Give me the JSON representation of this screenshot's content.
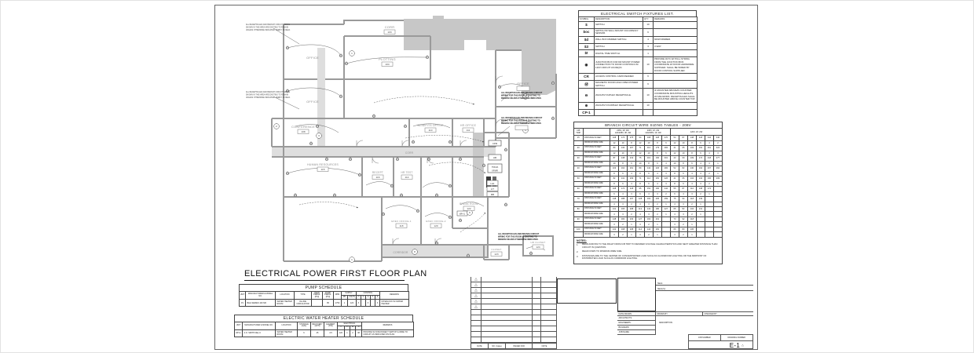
{
  "sheet": {
    "plan_title": "ELECTRICAL POWER FIRST FLOOR PLAN",
    "drawing_number": "E-1"
  },
  "fixtures": {
    "title": "ELECTRICAL SWITCH FIXTURES LIST.",
    "headers": [
      "SYMBOL",
      "DESCRIPTION",
      "QTY.",
      "REMARKS"
    ],
    "rows": [
      [
        "$",
        "SWITCH.",
        "10",
        ""
      ],
      [
        "$oc",
        "SWITCH W/ WALL MOUNT OCCUPANCY SENSOR.",
        "6",
        ""
      ],
      [
        "$d",
        "WALL BOX DIMMER SWITCH.",
        "4",
        "600W DIMMER."
      ],
      [
        "$3",
        "SWITCH.",
        "3",
        "3-WAY."
      ],
      [
        "$t",
        "DIGITAL TIME SWITCH.",
        "1",
        ""
      ],
      [
        "◉",
        "JUNCTION BOX FOR DR MOUNT POWER CONNECTION TO DOOR CONTROLS W/ 120V CIRCUIT AS REQ'D.",
        "10",
        "PROVIDE 3/4\"C W/ PULL STRING FROM THE JUNCTION BOX. COORDINATE W/ DOOR HARDWARE SUPPLIER. SHALL BE WIRED BY DOOR CONTROL SUPPLIER."
      ],
      [
        "CR",
        "ACCESS CONTROL CARD READER.",
        "6",
        ""
      ],
      [
        "Ⓜ",
        "MAGNETIC DOOR HOLD OPEN POWER SWITCH.",
        "6",
        ""
      ],
      [
        "⊖",
        "20A/125V DUPLEX RECEPTACLE.",
        "10",
        "IF MOUNTED ABOVE/IN COUNTER: COORDINATE MOUNTING HEIGHTS W/ MILLWORK. RECEPTACLES SHALL BE MOUNTED ABOVE COUNTER TOP."
      ],
      [
        "⊕",
        "20A/125V FOURPLEX RECEPTACLE.",
        "10",
        ""
      ],
      [
        "CP-1",
        "",
        "",
        ""
      ]
    ]
  },
  "wire_table": {
    "title": "BRANCH CIRCUIT WIRE SIZING TABLES - 208V",
    "col_trip": "C/B TRIP",
    "g1a": "208V, 3P, 3W",
    "g1b": "120/208V, 3P, 4W",
    "g2a": "208V, 1P, 2W",
    "g2b": "120/208V, 1P, 3W",
    "g3a": "120V, 1P, 2W",
    "g3b": "",
    "rows": [
      [
        "15",
        "DISTANCE IN FEET",
        "108",
        "173",
        "275",
        "94",
        "168",
        "228",
        "270",
        "54",
        "87",
        "138",
        "218",
        "344",
        "440"
      ],
      [
        "",
        "MINIMUM WIRE SIZE",
        "12",
        "10",
        "8",
        "12",
        "10",
        "8",
        "6",
        "12",
        "10",
        "8",
        "6",
        "4",
        "2"
      ],
      [
        "20",
        "DISTANCE IN FEET",
        "80",
        "130",
        "207",
        "71",
        "113",
        "179",
        "284",
        "41",
        "65",
        "103",
        "164",
        "261",
        "324"
      ],
      [
        "",
        "MINIMUM WIRE SIZE",
        "12",
        "10",
        "8",
        "12",
        "10",
        "8",
        "6",
        "12",
        "10",
        "8",
        "6",
        "4",
        "3"
      ],
      [
        "30",
        "DISTANCE IN FEET",
        "87",
        "138",
        "219",
        "75",
        "119",
        "190",
        "301",
        "43",
        "69",
        "109",
        "174",
        "218",
        "277"
      ],
      [
        "",
        "MINIMUM WIRE SIZE",
        "10",
        "8",
        "6",
        "10",
        "8",
        "6",
        "4",
        "10",
        "8",
        "6",
        "4",
        "3",
        "1"
      ],
      [
        "40",
        "DISTANCE IN FEET",
        "103",
        "164",
        "261",
        "89",
        "142",
        "226",
        "282",
        "52",
        "82",
        "130",
        "194",
        "207",
        "262"
      ],
      [
        "",
        "MINIMUM WIRE SIZE",
        "8",
        "6",
        "4",
        "8",
        "6",
        "4",
        "3",
        "8",
        "6",
        "4",
        "3",
        "2",
        "1"
      ],
      [
        "50",
        "DISTANCE IN FEET",
        "82",
        "131",
        "209",
        "71",
        "114",
        "181",
        "226",
        "41",
        "66",
        "104",
        "132",
        "166",
        "209"
      ],
      [
        "",
        "MINIMUM WIRE SIZE",
        "8",
        "6",
        "4",
        "8",
        "6",
        "4",
        "3",
        "8",
        "6",
        "4",
        "3",
        "2",
        "1"
      ],
      [
        "60",
        "DISTANCE IN FEET",
        "108",
        "174",
        "218",
        "95",
        "152",
        "190",
        "242",
        "55",
        "87",
        "110",
        "138",
        "174",
        ""
      ],
      [
        "",
        "MINIMUM WIRE SIZE",
        "6",
        "4",
        "3",
        "6",
        "4",
        "3",
        "2",
        "6",
        "4",
        "3",
        "2",
        "1",
        ""
      ],
      [
        "70",
        "DISTANCE IN FEET",
        "148",
        "188",
        "237",
        "128",
        "163",
        "205",
        "259",
        "75",
        "94",
        "118",
        "149",
        "",
        ""
      ],
      [
        "",
        "MINIMUM WIRE SIZE",
        "4",
        "3",
        "2",
        "4",
        "3",
        "2",
        "1",
        "4",
        "3",
        "2",
        "1",
        "",
        ""
      ],
      [
        "80",
        "DISTANCE IN FEET",
        "131",
        "165",
        "208",
        "113",
        "143",
        "180",
        "227",
        "65",
        "82",
        "104",
        "131",
        "",
        ""
      ],
      [
        "",
        "MINIMUM WIRE SIZE",
        "4",
        "3",
        "2",
        "4",
        "3",
        "2",
        "1",
        "4",
        "3",
        "2",
        "1",
        "",
        ""
      ],
      [
        "90",
        "DISTANCE IN FEET",
        "148",
        "184",
        "233",
        "127",
        "160",
        "201",
        "",
        "73",
        "92",
        "118",
        "",
        "",
        ""
      ],
      [
        "",
        "MINIMUM WIRE SIZE",
        "3",
        "2",
        "1",
        "3",
        "2",
        "1",
        "",
        "3",
        "2",
        "1",
        "",
        "",
        ""
      ],
      [
        "100",
        "DISTANCE IN FEET",
        "132",
        "168",
        "208",
        "114",
        "144",
        "181",
        "",
        "66",
        "83",
        "105",
        "",
        "",
        ""
      ],
      [
        "",
        "MINIMUM WIRE SIZE",
        "3",
        "2",
        "1",
        "3",
        "2",
        "1",
        "",
        "3",
        "2",
        "1",
        "",
        "",
        ""
      ]
    ]
  },
  "notes": {
    "title": "NOTES:",
    "items": [
      {
        "n": "1.",
        "t": "READ ACROSS TO THE RIGHT FROM C/B TRIP TO DESIRED VOLTAGE CHARACTERISTICS AND NEXT GREATER DISTANCE THAN CIRCUIT IN QUESTION."
      },
      {
        "n": "2.",
        "t": "READ DOWN TO MINIMUM WIRE SIZE."
      },
      {
        "n": "3.",
        "t": "DISTANCES ARE TO THE CENTER OF CONCENTRATED LOAD SUCH AS CLASSROOM LIGHTING OR THE MIDPOINT OF DISTRIBUTED LOAD SUCH AS CORRIDOR LIGHTING."
      }
    ]
  },
  "pump": {
    "title": "PUMP SCHEDULE",
    "h": {
      "unit": "UNIT",
      "mfr": "MANUFACTURER & MODEL NO.",
      "loc": "LOCATION",
      "type": "TYPE",
      "head": "HEAD PRESS. (PSI)",
      "press": "PUMP PRESS. (PSI)",
      "rpm": "RPM",
      "supply": "SUPPLY",
      "ph": "PH",
      "volts": "VOLTS",
      "control": "CONTROL",
      "c1": "H",
      "c2": "O",
      "c3": "A",
      "c4": "T",
      "c5": "S",
      "remarks": "REMARKS"
    },
    "rows": [
      [
        "P1",
        "B&G SERIES 100 NFI",
        "WATER HEATER ROOM",
        "IN-LINE CIRCULATOR",
        "",
        "85",
        "1750",
        "1",
        "120",
        "X",
        "",
        "X",
        "",
        "X",
        "INTERLOCK W/ WATER HEATER"
      ]
    ]
  },
  "wh": {
    "title": "ELECTRIC WATER HEATER SCHEDULE",
    "h": {
      "unit": "UNIT",
      "mfr": "MANUFACTURER & MODEL NO.",
      "loc": "LOCATION",
      "stor": "STORAGE (GAL)",
      "rec": "RECOVERY (GPH)",
      "kw": "ELEMENT (KW)",
      "elec": "ELECTRICAL",
      "v": "V",
      "ph": "PH",
      "w": "W",
      "a": "A",
      "remarks": "REMARKS"
    },
    "rows": [
      [
        "WH-1",
        "A.O. SMITH DEL-6",
        "WATER HEATER ROOM",
        "6",
        "25",
        "4.5",
        "120",
        "1",
        "2",
        "38",
        "PROVIDE W/ DISCONNECT SWITCH & WIRE TO CIRCUIT AS INDICATED ON PLAN."
      ]
    ]
  },
  "title_block": {
    "triangle": "△",
    "rev_footer": [
      "DATE",
      "NO. Copies",
      "ISSUED FOR",
      "NOTE"
    ],
    "seal_label": "SEAL:",
    "seals_label": "SEAL(S):",
    "date_drawn": "DATE DRAWN",
    "drawn_by": "DRAWN BY",
    "checked_by": "CHECKED BY",
    "description": "DESCRIPTION",
    "architects": "ARCHITECTS:",
    "engineers": "ENGINEERS:",
    "builders": "BUILDERS:",
    "job_name": "JOB NAME:",
    "job_number": "JOB NUMBER",
    "drawing_number_label": "DRAWING NUMBER",
    "drawing_number": "E-1"
  },
  "plan": {
    "rooms": [
      {
        "name": "CORR",
        "num": "103"
      },
      {
        "name": "PLOTTING",
        "num": "104"
      },
      {
        "name": "OFFICE",
        "num": ""
      },
      {
        "name": "OFFICE",
        "num": ""
      },
      {
        "name": "OFFICE",
        "num": ""
      },
      {
        "name": "OFFICE",
        "num": ""
      },
      {
        "name": "CONFERENCE",
        "num": "108"
      },
      {
        "name": "BENEFITS OFFICE",
        "num": "110"
      },
      {
        "name": "HR OFFICE",
        "num": "111"
      },
      {
        "name": "CORR",
        "num": "113"
      },
      {
        "name": "HUMAN RESOURCES",
        "num": "115"
      },
      {
        "name": "RECEPT",
        "num": "116"
      },
      {
        "name": "HR TEST",
        "num": "114"
      },
      {
        "name": "BREAK ROOM",
        "num": "122"
      },
      {
        "name": "EXEC OFFICE-1",
        "num": "118"
      },
      {
        "name": "EXEC OFFICE-2",
        "num": "120"
      },
      {
        "name": "CORRIDOR",
        "num": "121"
      },
      {
        "name": "HR CLOSET",
        "num": "124"
      },
      {
        "name": "CLOSET",
        "num": "123"
      }
    ],
    "equipment": [
      "CPM",
      "HM",
      "75KVA",
      "XFMR",
      "LH1",
      "LIT",
      "MB",
      "WH-1"
    ],
    "keynotes": [
      "1",
      "2",
      "3",
      "4",
      "5",
      "6",
      "8"
    ],
    "area_note": [
      "ALL RECEPTACLES AND BRANCH CIRCUIT WIRING",
      "SHOWN IN THIS AREA ARE EXISTING TO REMAIN",
      "UNLESS OTHERWISE INDICATED. VERIFY IN FIELD."
    ],
    "room_note": [
      "ALL RECEPTACLES AND BRANCH CIRCUIT",
      "WIRING FOR THIS ROOM IS EXISTING TO",
      "REMAIN UNLESS OTHERWISE INDICATED."
    ]
  }
}
